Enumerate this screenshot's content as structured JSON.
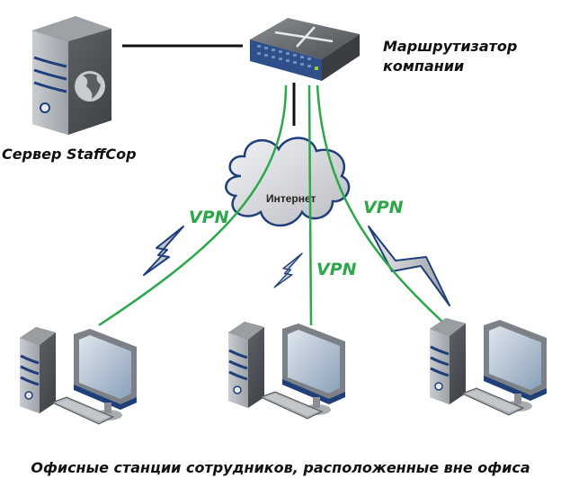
{
  "diagram": {
    "server_label": "Сервер StaffCop",
    "router_label_line1": "Маршрутизатор",
    "router_label_line2": "компании",
    "internet_label": "Интернет",
    "vpn_labels": [
      "VPN",
      "VPN",
      "VPN"
    ],
    "caption": "Офисные станции сотрудников, расположенные вне офиса",
    "nodes": [
      {
        "id": "server",
        "type": "server",
        "label": "Сервер StaffCop"
      },
      {
        "id": "router",
        "type": "router",
        "label": "Маршрутизатор компании"
      },
      {
        "id": "internet",
        "type": "cloud",
        "label": "Интернет"
      },
      {
        "id": "ws-left",
        "type": "workstation"
      },
      {
        "id": "ws-center",
        "type": "workstation"
      },
      {
        "id": "ws-right",
        "type": "workstation"
      }
    ],
    "edges": [
      {
        "from": "server",
        "to": "router",
        "style": "wired"
      },
      {
        "from": "router",
        "to": "internet",
        "style": "wired"
      },
      {
        "from": "router",
        "to": "ws-left",
        "style": "vpn",
        "label": "VPN"
      },
      {
        "from": "router",
        "to": "ws-center",
        "style": "vpn",
        "label": "VPN"
      },
      {
        "from": "router",
        "to": "ws-right",
        "style": "vpn",
        "label": "VPN"
      }
    ],
    "colors": {
      "vpn": "#2aa84a",
      "wire": "#111111",
      "accent_blue": "#1f3f7a"
    }
  }
}
